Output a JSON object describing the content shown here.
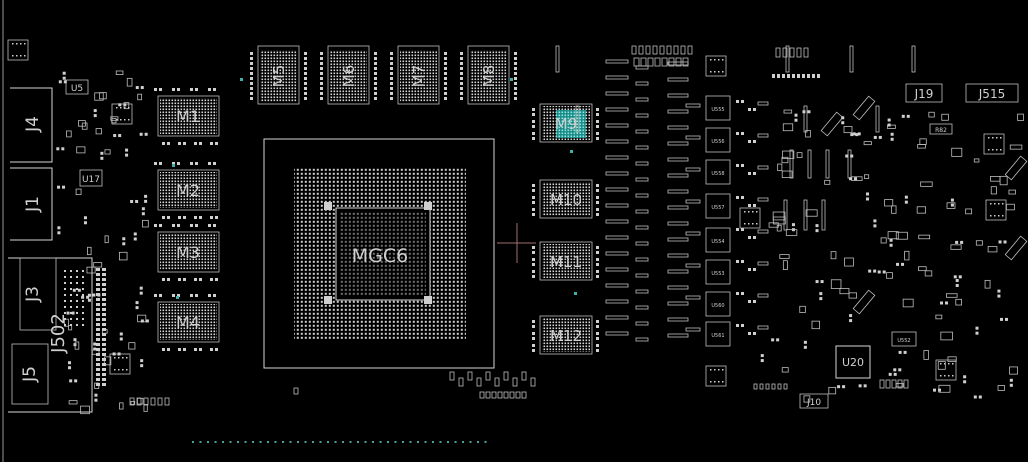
{
  "board": {
    "gpu": {
      "label": "MGC6"
    },
    "memory": [
      {
        "label": "M1"
      },
      {
        "label": "M2"
      },
      {
        "label": "M3"
      },
      {
        "label": "M4"
      },
      {
        "label": "M5"
      },
      {
        "label": "M6"
      },
      {
        "label": "M7"
      },
      {
        "label": "M8"
      },
      {
        "label": "M9"
      },
      {
        "label": "M10"
      },
      {
        "label": "M11"
      },
      {
        "label": "M12"
      }
    ],
    "connectors": [
      {
        "label": "J4"
      },
      {
        "label": "J1"
      },
      {
        "label": "J3"
      },
      {
        "label": "J5"
      },
      {
        "label": "J502"
      },
      {
        "label": "J19"
      },
      {
        "label": "J515"
      },
      {
        "label": "J10"
      }
    ],
    "ics": [
      {
        "label": "U5"
      },
      {
        "label": "U17"
      },
      {
        "label": "U20"
      }
    ],
    "vrm": [
      {
        "label": "U555"
      },
      {
        "label": "U556"
      },
      {
        "label": "U558"
      },
      {
        "label": "U557"
      },
      {
        "label": "U554"
      },
      {
        "label": "U553"
      },
      {
        "label": "U560"
      },
      {
        "label": "U561"
      }
    ],
    "small": [
      {
        "label": "R82"
      },
      {
        "label": "U552"
      }
    ],
    "colors": {
      "background": "#000000",
      "outline": "#d6d6d6",
      "highlight": "#1aa6a0"
    }
  }
}
